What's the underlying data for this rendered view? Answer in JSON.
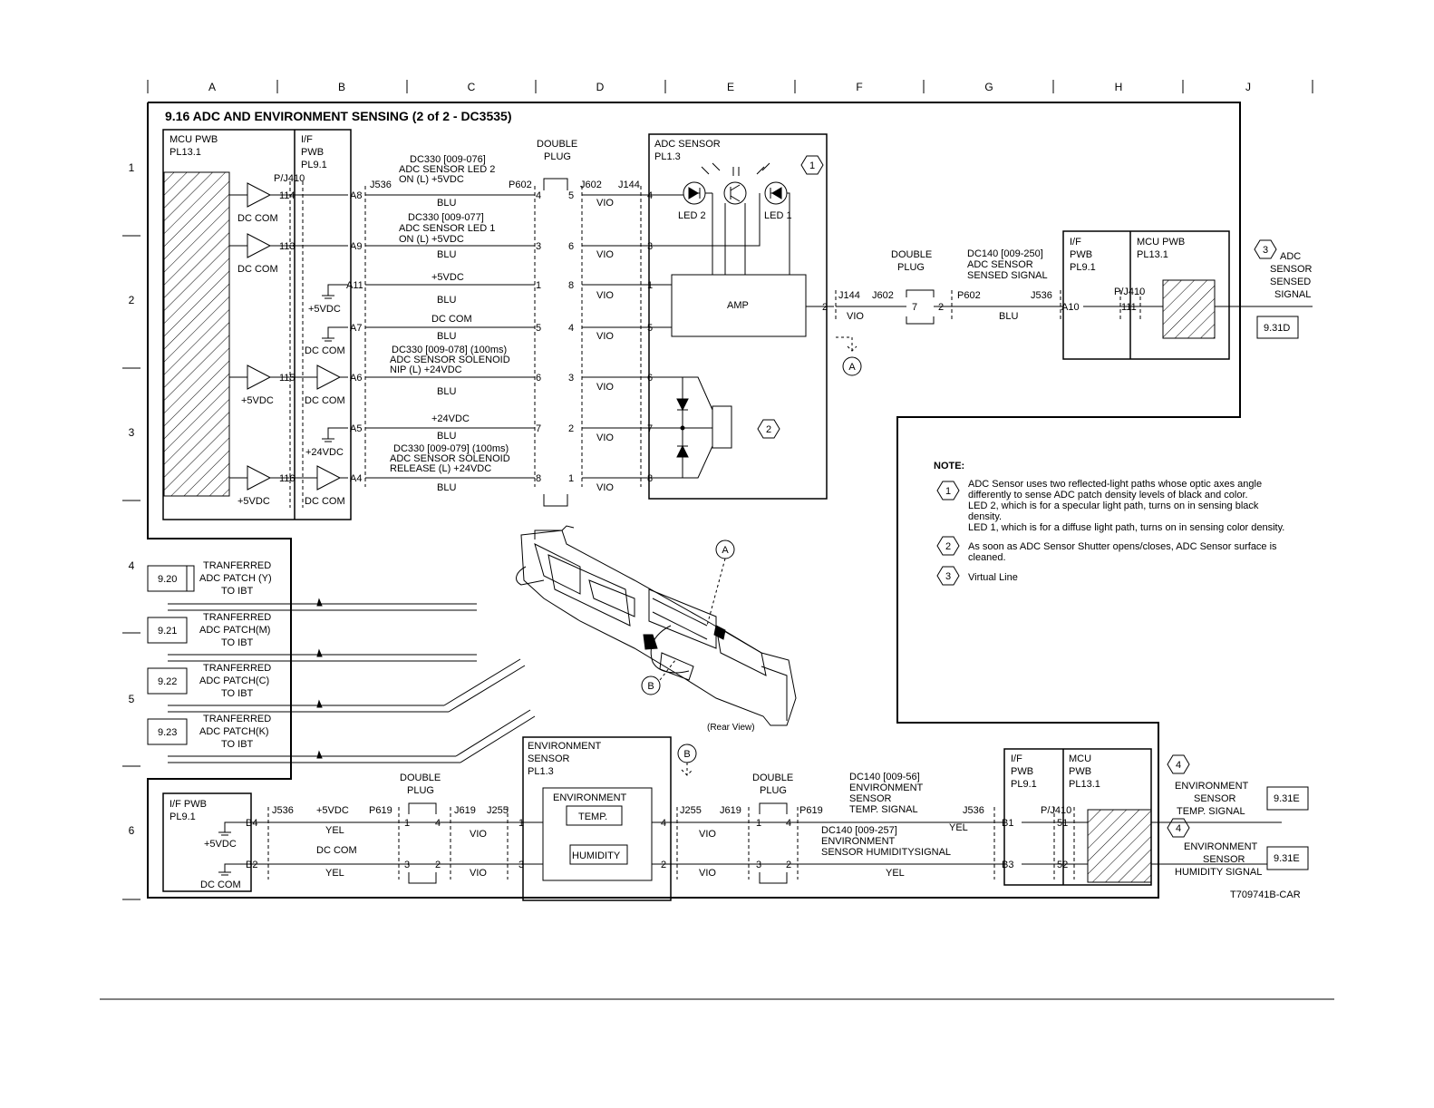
{
  "title": "9.16 ADC AND ENVIRONMENT SENSING (2 of 2 - DC3535)",
  "figure_id": "T709741B-CAR",
  "grid": {
    "cols": [
      "A",
      "B",
      "C",
      "D",
      "E",
      "F",
      "G",
      "H",
      "J"
    ],
    "rows": [
      "1",
      "2",
      "3",
      "4",
      "5",
      "6"
    ]
  },
  "blocks": {
    "mcu_pwb": [
      "MCU PWB",
      "PL13.1"
    ],
    "if_pwb": [
      "I/F",
      "PWB",
      "PL9.1"
    ],
    "pj410": "P/J410",
    "j536": "J536",
    "p602": "P602",
    "j602": "J602",
    "j144": "J144",
    "double_plug": [
      "DOUBLE",
      "PLUG"
    ],
    "adc_sensor": [
      "ADC SENSOR",
      "PL1.3"
    ],
    "amp": "AMP",
    "led2": "LED 2",
    "led1": "LED 1",
    "dc_com": "DC COM",
    "p5vdc": "+5VDC",
    "p24vdc": "+24VDC",
    "vio": "VIO",
    "blu": "BLU",
    "yel": "YEL"
  },
  "signals": {
    "led2": [
      "DC330 [009-076]",
      "ADC SENSOR LED 2",
      "ON (L) +5VDC"
    ],
    "led1": [
      "DC330 [009-077]",
      "ADC SENSOR LED 1",
      "ON (L) +5VDC"
    ],
    "nip": [
      "DC330 [009-078] (100ms)",
      "ADC SENSOR SOLENOID",
      "NIP (L) +24VDC"
    ],
    "release": [
      "DC330 [009-079] (100ms)",
      "ADC SENSOR SOLENOID",
      "RELEASE (L) +24VDC"
    ],
    "adc_sensed": [
      "DC140 [009-250]",
      "ADC SENSOR",
      "SENSED SIGNAL"
    ],
    "env_temp": [
      "DC140 [009-56]",
      "ENVIRONMENT",
      "SENSOR",
      "TEMP. SIGNAL"
    ],
    "env_hum": [
      "DC140 [009-257]",
      "ENVIRONMENT",
      "SENSOR HUMIDITYSIGNAL"
    ]
  },
  "pins": {
    "mcu": [
      "114",
      "113",
      "115",
      "116"
    ],
    "ifpwb": [
      "A8",
      "A9",
      "A11",
      "A7",
      "A6",
      "A5",
      "A4"
    ],
    "plug": [
      [
        "4",
        "5"
      ],
      [
        "3",
        "6"
      ],
      [
        "1",
        "8"
      ],
      [
        "5",
        "4"
      ],
      [
        "6",
        "3"
      ],
      [
        "7",
        "2"
      ],
      [
        "8",
        "1"
      ]
    ],
    "sensor": [
      "4",
      "3",
      "1",
      "5",
      "6",
      "7",
      "8"
    ]
  },
  "right_block": {
    "if_pwb": [
      "I/F",
      "PWB",
      "PL9.1"
    ],
    "mcu_pwb": [
      "MCU PWB",
      "PL13.1"
    ],
    "pj410": "P/J410",
    "a10": "A10",
    "p111": "111",
    "j536": "J536",
    "p602": "P602",
    "j144": "J144",
    "j602": "J602",
    "pin2": "2",
    "plug_pins": [
      "7",
      "2"
    ],
    "adc_out": [
      "ADC",
      "SENSOR",
      "SENSED",
      "SIGNAL"
    ],
    "ref_931d": "9.31D"
  },
  "note": {
    "heading": "NOTE:",
    "items": [
      {
        "num": "1",
        "lines": [
          "ADC Sensor uses two reflected-light paths whose optic axes angle",
          "differently to sense ADC patch density levels of black and color.",
          "LED 2, which is for a specular light path, turns on in sensing black",
          "density.",
          "LED 1, which is for a diffuse light path, turns on in sensing color density."
        ]
      },
      {
        "num": "2",
        "lines": [
          "As soon as ADC Sensor Shutter opens/closes, ADC Sensor surface is",
          "cleaned."
        ]
      },
      {
        "num": "3",
        "lines": [
          "Virtual Line"
        ]
      }
    ]
  },
  "markers": {
    "c1": "1",
    "c2": "2",
    "c3": "3",
    "c4": "4",
    "a": "A",
    "b": "B"
  },
  "patches": [
    {
      "ref": "9.20",
      "lines": [
        "TRANFERRED",
        "ADC PATCH (Y)",
        "TO IBT"
      ]
    },
    {
      "ref": "9.21",
      "lines": [
        "TRANFERRED",
        "ADC PATCH(M)",
        "TO IBT"
      ]
    },
    {
      "ref": "9.22",
      "lines": [
        "TRANFERRED",
        "ADC PATCH(C)",
        "TO IBT"
      ]
    },
    {
      "ref": "9.23",
      "lines": [
        "TRANFERRED",
        "ADC PATCH(K)",
        "TO IBT"
      ]
    }
  ],
  "rear_view": "(Rear View)",
  "env": {
    "if_pwb": [
      "I/F PWB",
      "PL9.1"
    ],
    "b4": "B4",
    "b2": "B2",
    "j536": "J536",
    "p619": "P619",
    "j619": "J619",
    "j255": "J255",
    "sensor": [
      "ENVIRONMENT",
      "SENSOR",
      "PL1.3"
    ],
    "inner": "ENVIRONMENT",
    "temp": "TEMP.",
    "humidity": "HUMIDITY",
    "pins_left": [
      [
        "1",
        "4"
      ],
      [
        "3",
        "2"
      ]
    ],
    "pins_right": [
      [
        "1",
        "4"
      ],
      [
        "3",
        "2"
      ]
    ],
    "sensor_pins": [
      "1",
      "3",
      "4",
      "2"
    ],
    "right_if": [
      "I/F",
      "PWB",
      "PL9.1"
    ],
    "right_mcu": [
      "MCU",
      "PWB",
      "PL13.1"
    ],
    "pj410": "P/J410",
    "b1": "B1",
    "b3": "B3",
    "p51": "51",
    "p52": "52",
    "out_temp": [
      "ENVIRONMENT",
      "SENSOR",
      "TEMP. SIGNAL"
    ],
    "out_hum": [
      "ENVIRONMENT",
      "SENSOR",
      "HUMIDITY SIGNAL"
    ],
    "ref": "9.31E"
  }
}
